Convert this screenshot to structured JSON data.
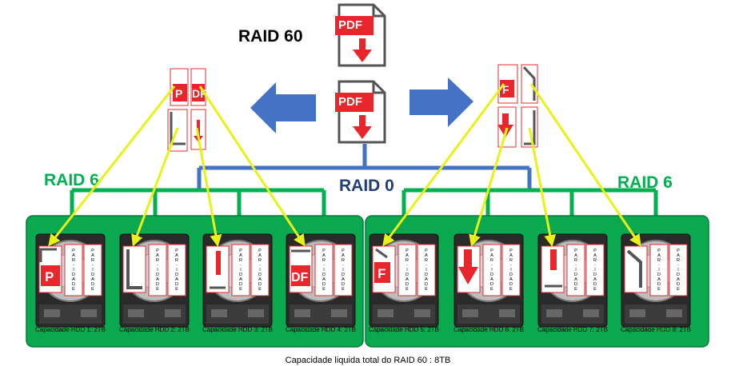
{
  "title": "RAID 60",
  "labels": {
    "raid0": "RAID 0",
    "raid6_left": "RAID 6",
    "raid6_right": "RAID 6"
  },
  "pdf_text": "PDF",
  "parity_text": "PAR-IDADE",
  "disks": [
    {
      "caption": "Capacidade HDD 1: 2TB",
      "fragment": "P"
    },
    {
      "caption": "Capacidade HDD 2: 2TB",
      "fragment": ""
    },
    {
      "caption": "Capacidade HDD 3: 2TB",
      "fragment": ""
    },
    {
      "caption": "Capacidade HDD 4: 2TB",
      "fragment": "DF"
    },
    {
      "caption": "Capacidade HDD 5: 2TB",
      "fragment": "F"
    },
    {
      "caption": "Capacidade HDD 6: 2TB",
      "fragment": ""
    },
    {
      "caption": "Capacidade HDD 7: 2TB",
      "fragment": ""
    },
    {
      "caption": "Capacidade HDD 8: 2TB",
      "fragment": ""
    }
  ],
  "total_capacity": "Capacidade liquida total do RAID 60 : 8TB",
  "colors": {
    "arrow_blue": "#4472c4",
    "raid0_line": "#4472c4",
    "raid6_green": "#00b050",
    "panel_green": "#0aa84f",
    "pointer_yellow": "#e8f218",
    "pdf_red": "#e8262b",
    "outline_red": "#e03030"
  }
}
